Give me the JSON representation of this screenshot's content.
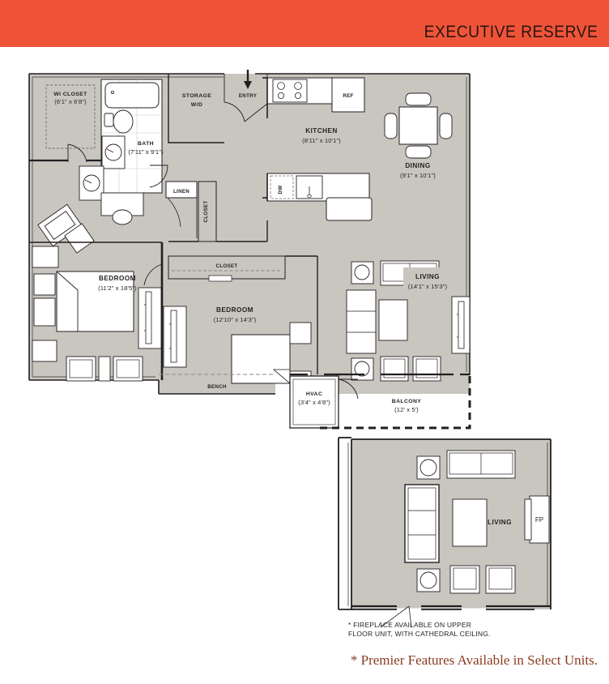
{
  "header": {
    "title": "EXECUTIVE RESERVE",
    "background_color": "#ef5439",
    "text_color": "#2b1510"
  },
  "floorplan": {
    "fill_color": "#c9c6c0",
    "wall_color": "#231f20",
    "furniture_fill": "#ffffff",
    "entry": {
      "label": "ENTRY",
      "icon": "arrow-down-icon"
    },
    "rooms": [
      {
        "id": "wi-closet",
        "name": "WI CLOSET",
        "dim": "(6'1\" x 6'8\")"
      },
      {
        "id": "bath",
        "name": "BATH",
        "dim": "(7'11\" x 9'1\")"
      },
      {
        "id": "storage",
        "name": "STORAGE",
        "dim": "W/D"
      },
      {
        "id": "linen",
        "name": "LINEN",
        "dim": ""
      },
      {
        "id": "closet-hall",
        "name": "CLOSET",
        "dim": ""
      },
      {
        "id": "kitchen",
        "name": "KITCHEN",
        "dim": "(8'11\" x 10'1\")"
      },
      {
        "id": "dining",
        "name": "DINING",
        "dim": "(9'1\" x 10'1\")"
      },
      {
        "id": "bedroom-1",
        "name": "BEDROOM",
        "dim": "(11'2\" x 18'5\")"
      },
      {
        "id": "bedroom-2",
        "name": "BEDROOM",
        "dim": "(12'10\" x 14'3\")"
      },
      {
        "id": "closet-bed2",
        "name": "CLOSET",
        "dim": ""
      },
      {
        "id": "living",
        "name": "LIVING",
        "dim": "(14'1\" x 15'3\")"
      },
      {
        "id": "bench",
        "name": "BENCH",
        "dim": ""
      },
      {
        "id": "hvac",
        "name": "HVAC",
        "dim": "(3'4\" x 4'8\")"
      },
      {
        "id": "balcony",
        "name": "BALCONY",
        "dim": "(12' x 5')"
      }
    ],
    "appliances": [
      {
        "id": "refrigerator",
        "label": "REF"
      },
      {
        "id": "dishwasher",
        "label": "DW"
      }
    ]
  },
  "inset": {
    "room_label": "LIVING",
    "fireplace_label": "FP",
    "footnote_line1": "* FIREPLACE AVAILABLE ON UPPER",
    "footnote_line2": "FLOOR UNIT, WITH CATHEDRAL CEILING."
  },
  "footer": {
    "premier_note": "* Premier Features Available in Select Units.",
    "premier_color": "#8a3b22"
  }
}
